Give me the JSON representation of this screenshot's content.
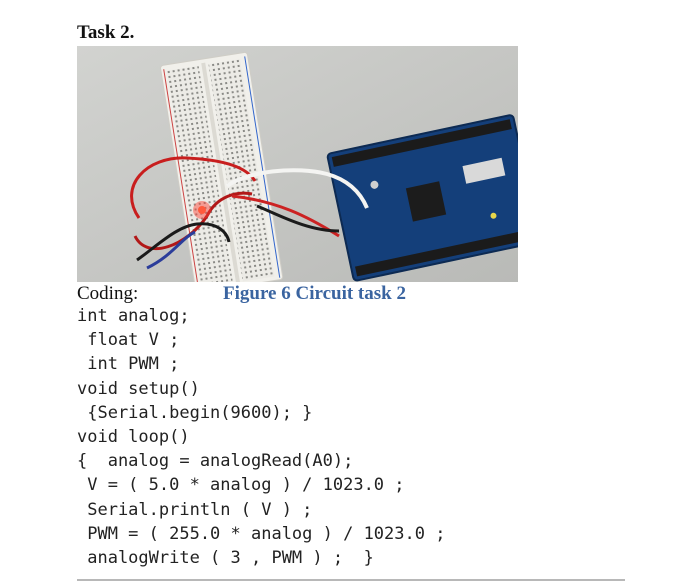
{
  "task_title": "Task 2.",
  "coding_label": "Coding:",
  "figure_caption": "Figure 6 Circuit task 2",
  "code_lines": [
    "int analog;",
    " float V ;",
    " int PWM ;",
    "void setup()",
    " {Serial.begin(9600); }",
    "void loop()",
    "{  analog = analogRead(A0);",
    " V = ( 5.0 * analog ) / 1023.0 ;",
    " Serial.println ( V ) ;",
    " PWM = ( 255.0 * analog ) / 1023.0 ;",
    " analogWrite ( 3 , PWM ) ;  }"
  ]
}
